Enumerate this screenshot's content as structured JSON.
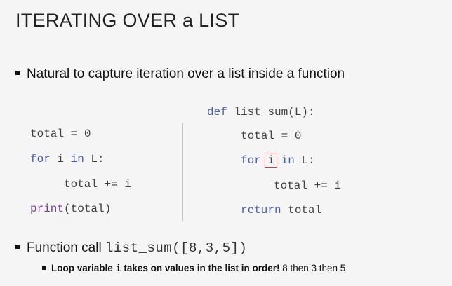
{
  "title": "ITERATING OVER a LIST",
  "bullet1": "Natural to capture iteration over a list inside a function",
  "left_code": {
    "line1": {
      "a": "total = 0"
    },
    "line2": {
      "kw1": "for",
      "mid": " i ",
      "kw2": "in",
      "end": " L:"
    },
    "line3": {
      "text": "total += i"
    },
    "line4": {
      "fn": "print",
      "rest": "(total)"
    }
  },
  "right_code": {
    "line1": {
      "kw": "def",
      "rest": " list_sum(L):"
    },
    "line2": {
      "text": "total = 0"
    },
    "line3": {
      "kw1": "for",
      "var": "i",
      "kw2": "in",
      "end": " L:"
    },
    "line4": {
      "text": "total += i"
    },
    "line5": {
      "kw": "return",
      "rest": " total"
    }
  },
  "bullet2": {
    "prefix": "Function call ",
    "code": "list_sum([8,3,5])"
  },
  "bullet3": {
    "a": "Loop variable ",
    "code": "i",
    "b": " takes on values in the list in order!",
    "c": " 8 then 3 then 5"
  }
}
